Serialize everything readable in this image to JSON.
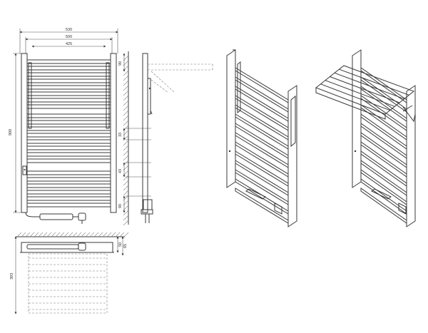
{
  "front_view": {
    "width_overall": "530",
    "width_mid": "500",
    "width_inner": "425",
    "height": "900"
  },
  "side_view": {
    "top_offset": "90",
    "gap_upper": "33",
    "gap_lower": "43",
    "bottom_offset": "90"
  },
  "top_view": {
    "depth_a": "50",
    "depth_b": "65",
    "depth_c": "393"
  }
}
